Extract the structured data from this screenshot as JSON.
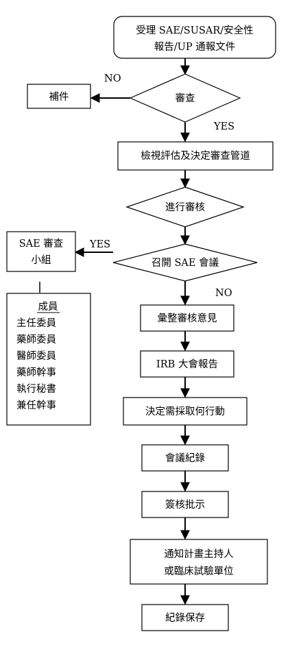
{
  "flow": {
    "start_line1": "受理 SAE/SUSAR/安全性",
    "start_line2": "報告/UP 通報文件",
    "review": "審查",
    "supplement": "補件",
    "evaluate": "檢視評估及決定審查管道",
    "conduct_review": "進行審核",
    "convene_meeting": "召開 SAE 會議",
    "compile_opinions": "彙整審核意見",
    "irb_report": "IRB 大會報告",
    "decide_action": "決定需採取何行動",
    "minutes": "會議紀錄",
    "approve": "簽核批示",
    "notify_line1": "通知計畫主持人",
    "notify_line2": "或臨床試驗單位",
    "archive": "紀錄保存",
    "no_label_1": "NO",
    "yes_label_1": "YES",
    "yes_label_2": "YES",
    "no_label_2": "NO"
  },
  "panel": {
    "group_line1": "SAE 審查",
    "group_line2": "小組",
    "members_title": "成員",
    "members": [
      "主任委員",
      "藥師委員",
      "醫師委員",
      "藥師幹事",
      "執行秘書",
      "兼任幹事"
    ]
  }
}
